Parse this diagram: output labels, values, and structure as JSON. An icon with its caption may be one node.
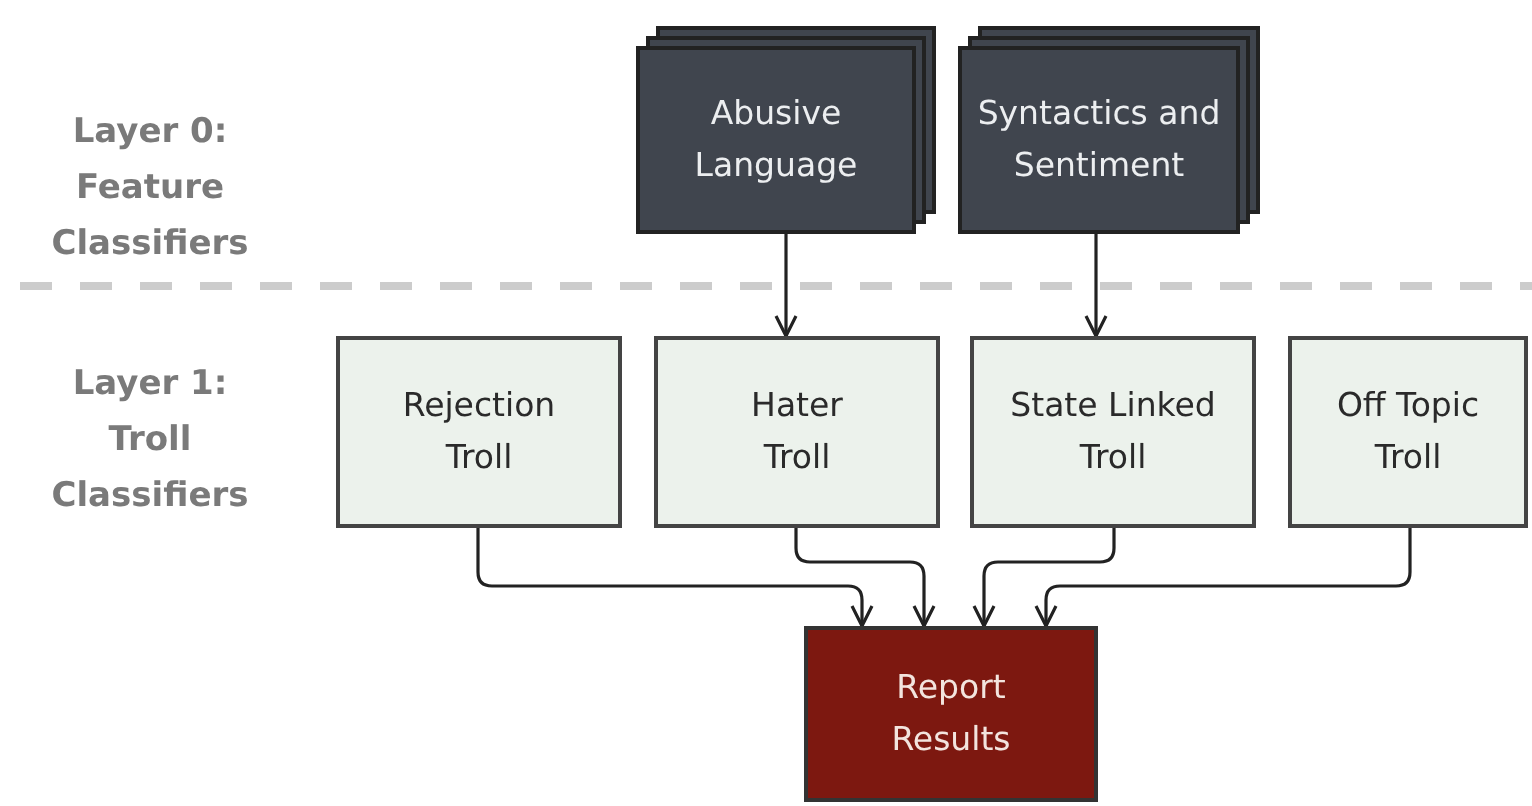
{
  "diagram": {
    "nodes": [
      {
        "text": [
          "Abusive Language"
        ]
      },
      {
        "text": [
          "Syntactics and Sentiment"
        ]
      },
      {
        "text": [
          "Rejection Troll"
        ]
      },
      {
        "text": [
          "Hater Troll"
        ]
      },
      {
        "text": [
          "State Linked Troll"
        ]
      },
      {
        "text": [
          "Off Topic Troll"
        ]
      },
      {
        "text": [
          "Report Results"
        ]
      }
    ],
    "edges": [
      {
        "from": 0,
        "to": 3,
        "arrow": "to"
      },
      {
        "from": 1,
        "to": 4,
        "arrow": "to"
      },
      {
        "from": 2,
        "to": 6,
        "arrow": "to"
      },
      {
        "from": 3,
        "to": 6,
        "arrow": "to"
      },
      {
        "from": 4,
        "to": 6,
        "arrow": "to"
      },
      {
        "from": 5,
        "to": 6,
        "arrow": "to"
      }
    ],
    "labels": [
      "Layer 0: Feature Classifiers",
      "Layer 1: Troll Classifiers"
    ]
  }
}
